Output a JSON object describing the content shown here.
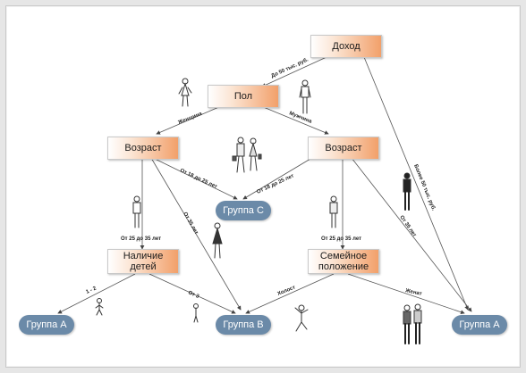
{
  "nodes": {
    "income": "Доход",
    "gender": "Пол",
    "age_left": "Возраст",
    "age_right": "Возраст",
    "children_line1": "Наличие",
    "children_line2": "детей",
    "marital_line1": "Семейное",
    "marital_line2": "положение"
  },
  "groups": {
    "group_c": "Группа С",
    "group_a_left": "Группа А",
    "group_b": "Группа В",
    "group_a_right": "Группа А"
  },
  "edges": {
    "income_to_gender": "До 50 тыс. руб.",
    "income_to_group_a": "Более 50 тыс. руб.",
    "gender_female": "Женщина",
    "gender_male": "Мужчина",
    "left_age_to_c": "От 18 до 25 лет",
    "right_age_to_c": "От 18 до 25 лет",
    "left_age_to_children": "От 25 до 35 лет",
    "left_age_to_b": "От 35 лет",
    "right_age_to_marital": "От 25 до 35 лет",
    "right_age_to_a": "От 35 лет",
    "children_one_two": "1 - 2",
    "children_three": "От 3",
    "marital_single": "Холост",
    "marital_married": "Женат"
  },
  "colors": {
    "node_accent": "#f2a06a",
    "group_fill": "#6b8aa8",
    "line": "#555555"
  }
}
